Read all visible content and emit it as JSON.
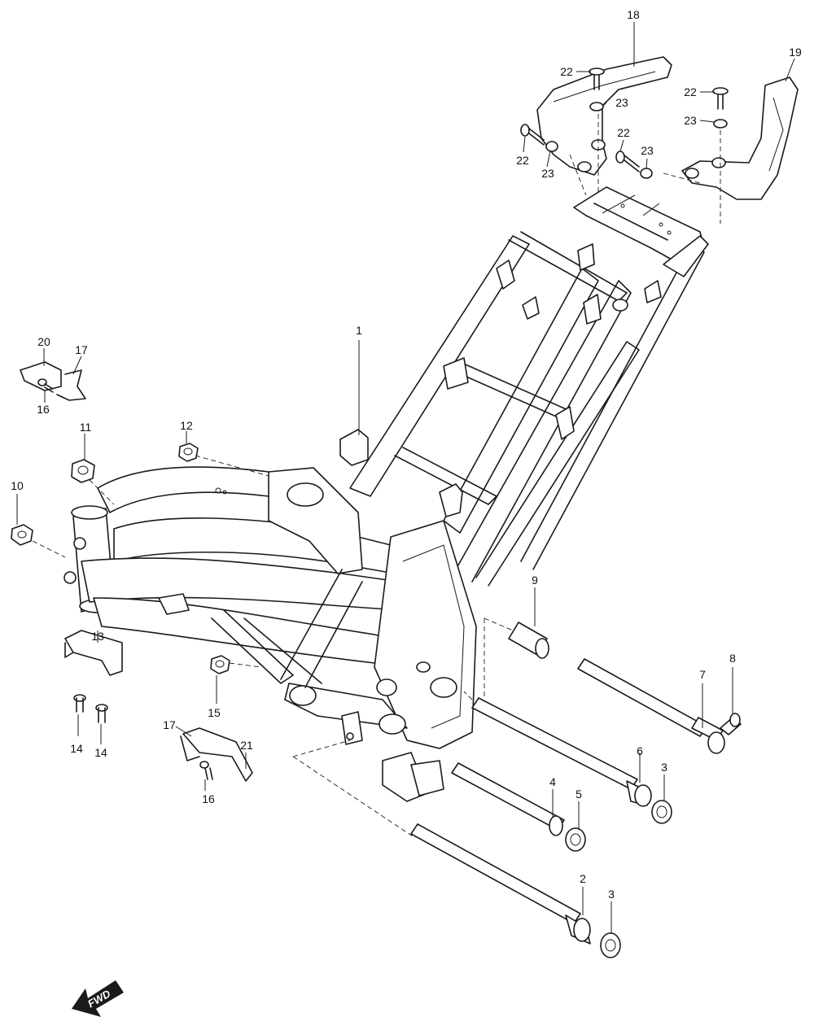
{
  "callouts": [
    {
      "id": "c1",
      "text": "1"
    },
    {
      "id": "c2",
      "text": "2"
    },
    {
      "id": "c3a",
      "text": "3"
    },
    {
      "id": "c3b",
      "text": "3"
    },
    {
      "id": "c4",
      "text": "4"
    },
    {
      "id": "c5",
      "text": "5"
    },
    {
      "id": "c6",
      "text": "6"
    },
    {
      "id": "c7",
      "text": "7"
    },
    {
      "id": "c8",
      "text": "8"
    },
    {
      "id": "c9",
      "text": "9"
    },
    {
      "id": "c10",
      "text": "10"
    },
    {
      "id": "c11",
      "text": "11"
    },
    {
      "id": "c12",
      "text": "12"
    },
    {
      "id": "c13",
      "text": "13"
    },
    {
      "id": "c14a",
      "text": "14"
    },
    {
      "id": "c14b",
      "text": "14"
    },
    {
      "id": "c15",
      "text": "15"
    },
    {
      "id": "c16a",
      "text": "16"
    },
    {
      "id": "c16b",
      "text": "16"
    },
    {
      "id": "c17a",
      "text": "17"
    },
    {
      "id": "c17b",
      "text": "17"
    },
    {
      "id": "c18",
      "text": "18"
    },
    {
      "id": "c19",
      "text": "19"
    },
    {
      "id": "c20",
      "text": "20"
    },
    {
      "id": "c21",
      "text": "21"
    },
    {
      "id": "c22a",
      "text": "22"
    },
    {
      "id": "c22b",
      "text": "22"
    },
    {
      "id": "c22c",
      "text": "22"
    },
    {
      "id": "c22d",
      "text": "22"
    },
    {
      "id": "c23a",
      "text": "23"
    },
    {
      "id": "c23b",
      "text": "23"
    },
    {
      "id": "c23c",
      "text": "23"
    },
    {
      "id": "c23d",
      "text": "23"
    }
  ],
  "fwd_arrow": {
    "label": "FWD"
  }
}
